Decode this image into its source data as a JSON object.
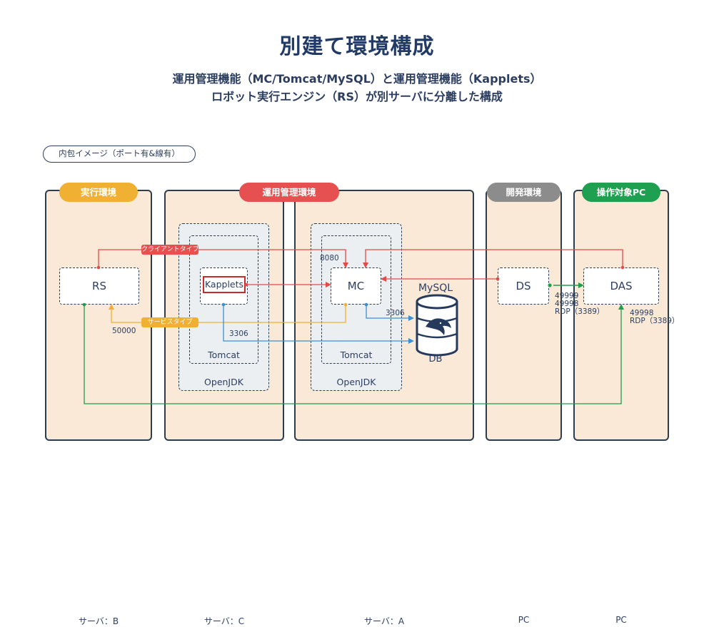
{
  "title": "別建て環境構成",
  "subtitle_line1": "運用管理機能（MC/Tomcat/MySQL）と運用管理機能（Kapplets）",
  "subtitle_line2": "ロボット実行エンジン（RS）が別サーバに分離した構成",
  "diagram_tag": "内包イメージ（ポート有&線有）",
  "badges": {
    "execution_env": "実行環境",
    "operations_env": "運用管理環境",
    "development_env": "開発環境",
    "target_pc": "操作対象PC"
  },
  "panel_footers": {
    "server_b": "サーバ：B",
    "server_c": "サーバ：C",
    "server_a": "サーバ：A",
    "pc_dev": "PC",
    "pc_target": "PC"
  },
  "containers": {
    "openjdk_c": "OpenJDK",
    "tomcat_c": "Tomcat",
    "openjdk_a": "OpenJDK",
    "tomcat_a": "Tomcat"
  },
  "nodes": {
    "rs": "RS",
    "kapplets": "Kapplets",
    "mc": "MC",
    "ds": "DS",
    "das": "DAS",
    "mysql": "MySQL",
    "db": "DB"
  },
  "connections": {
    "client_type": "クライアントタイプ",
    "service_type": "サービスタイプ"
  },
  "ports": {
    "p8080": "8080",
    "p50000": "50000",
    "p3306_kapplets": "3306",
    "p3306_mc": "3306",
    "ds_ports": [
      "49999",
      "49998",
      "RDP（3389）"
    ],
    "das_ports": [
      "49998",
      "RDP（3389）"
    ]
  },
  "colors": {
    "badge_execution": "#f0b032",
    "badge_operations": "#e65050",
    "badge_development": "#8c8c8c",
    "badge_target": "#1ea050",
    "wire_red": "#e24a4a",
    "wire_orange": "#f0b032",
    "wire_blue": "#3a8fd6",
    "wire_green": "#1e9e4e",
    "panel_fill": "#fae9d6",
    "title_color": "#223a66"
  }
}
